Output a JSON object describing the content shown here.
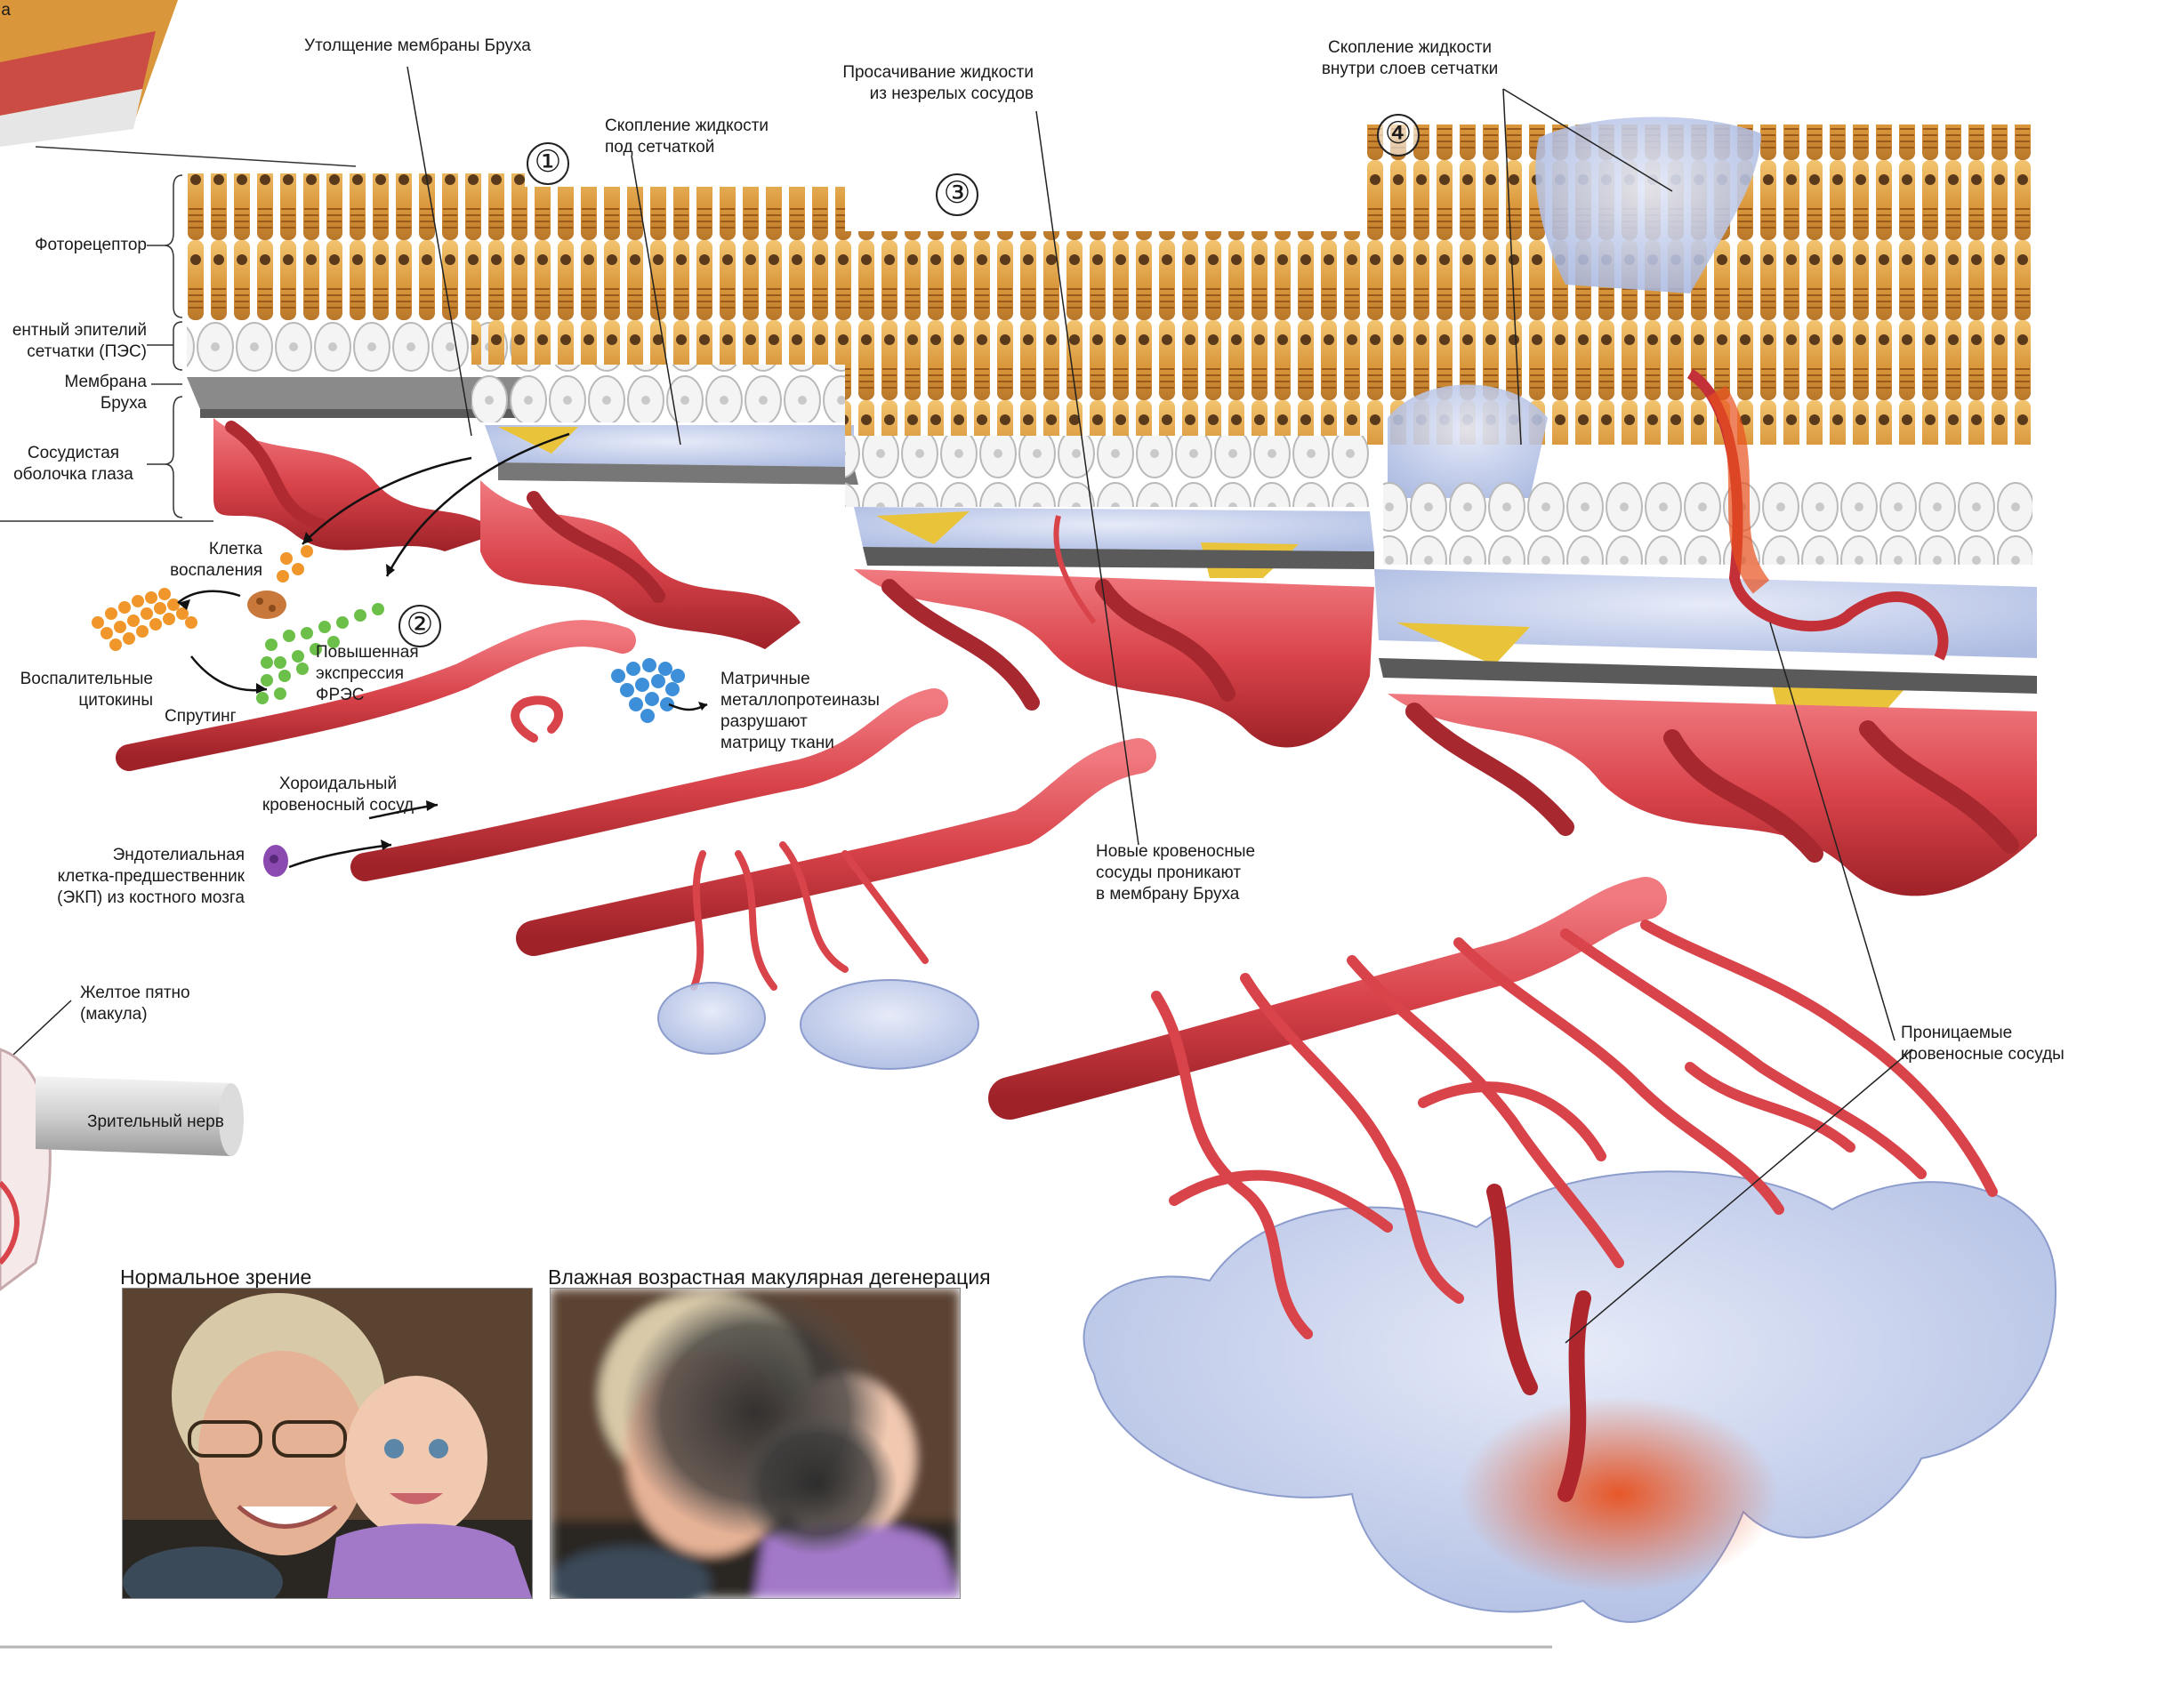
{
  "labels": {
    "photoreceptor": "Фоторецептор",
    "rpe": "ентный эпителий\nсетчатки (ПЭС)",
    "bruch": "Мембрана\nБруха",
    "choroid": "Сосудистая\nоболочка глаза",
    "bruch_thickening": "Утолщение мембраны Бруха",
    "subretinal_fluid": "Скопление жидкости\nпод сетчаткой",
    "fluid_leak": "Просачивание жидкости\nиз незрелых сосудов",
    "intraretinal_fluid": "Скопление жидкости\nвнутри слоев сетчатки",
    "inflammatory_cell": "Клетка\nвоспаления",
    "cytokines": "Воспалительные\nцитокины",
    "sprouting": "Спрутинг",
    "vegf": "Повышенная\nэкспрессия\nФРЭС",
    "mmp": "Матричные\nметаллопротеиназы\nразрушают\nматрицу ткани",
    "choroidal_vessel": "Хороидальный\nкровеносный сосуд",
    "epc": "Эндотелиальная\nклетка-предшественник\n(ЭКП) из костного мозга",
    "new_vessels": "Новые кровеносные\nсосуды проникают\nв мембрану Бруха",
    "permeable_vessels": "Проницаемые\nкровеносные сосуды",
    "macula": "Желтое пятно\n(макула)",
    "optic_nerve": "Зрительный нерв",
    "top_left_fragment": "а"
  },
  "stages": [
    "①",
    "②",
    "③",
    "④"
  ],
  "photos": {
    "normal": "Нормальное зрение",
    "wet_amd": "Влажная возрастная макулярная  дегенерация"
  },
  "colors": {
    "photoreceptor": "#e0a54a",
    "rpe": "#eeeeee",
    "bruch": "#7f7f7f",
    "vessel": "#d9434a",
    "fluid": "#b8c4e6",
    "yellow": "#e9c43a",
    "green": "#6cc04a",
    "orange": "#f0962a",
    "blue": "#3c8fd8"
  }
}
